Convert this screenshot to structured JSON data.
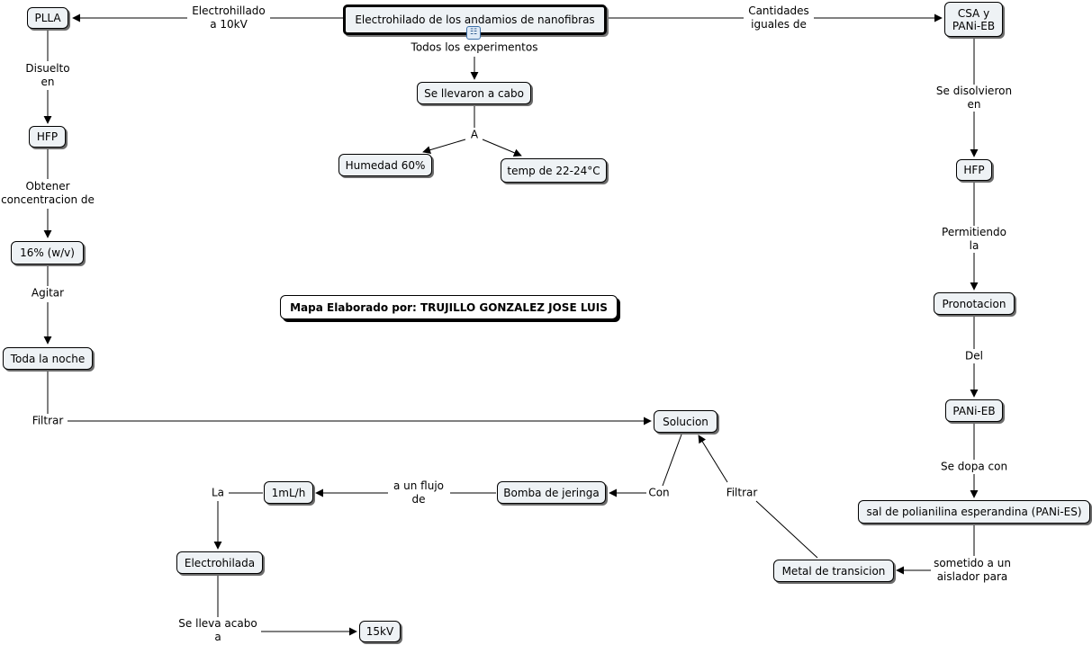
{
  "diagram": {
    "type": "concept-map",
    "root_icon": "concept-map-icon",
    "nodes": {
      "root": "Electrohilado de los andamios de nanofibras",
      "plla": "PLLA",
      "csa_line1": "CSA y",
      "csa_line2": "PANi-EB",
      "hfp_left": "HFP",
      "conc": "16% (w/v)",
      "noche": "Toda la noche",
      "solucion": "Solucion",
      "bomba": "Bomba de jeringa",
      "flujo": "1mL/h",
      "electrohilada": "Electrohilada",
      "kv15": "15kV",
      "llevaron": "Se llevaron a cabo",
      "humedad": "Humedad 60%",
      "temp": "temp de 22-24°C",
      "hfp_right": "HFP",
      "pronotacion": "Pronotacion",
      "panieb": "PANi-EB",
      "sal": "sal de polianilina esperandina (PANi-ES)",
      "metal": "Metal de transicion",
      "author": "Mapa Elaborado por: TRUJILLO GONZALEZ JOSE LUIS"
    },
    "links": {
      "electrohilado_l1": "Electrohillado",
      "electrohilado_l2": "a 10kV",
      "cantidades_l1": "Cantidades",
      "cantidades_l2": "iguales de",
      "disuelto_l1": "Disuelto",
      "disuelto_l2": "en",
      "obtener_l1": "Obtener",
      "obtener_l2": "concentracion de",
      "agitar": "Agitar",
      "filtrar_left": "Filtrar",
      "todos": "Todos los experimentos",
      "a": "A",
      "disolvieron_l1": "Se disolvieron",
      "disolvieron_l2": "en",
      "permitiendo_l1": "Permitiendo",
      "permitiendo_l2": "la",
      "del": "Del",
      "dopa": "Se dopa con",
      "sometido_l1": "sometido a un",
      "sometido_l2": "aislador para",
      "filtrar_right": "Filtrar",
      "con": "Con",
      "flujo_l1": "a un flujo",
      "flujo_l2": "de",
      "la": "La",
      "lleva_l1": "Se lleva acabo",
      "lleva_l2": "a"
    }
  }
}
